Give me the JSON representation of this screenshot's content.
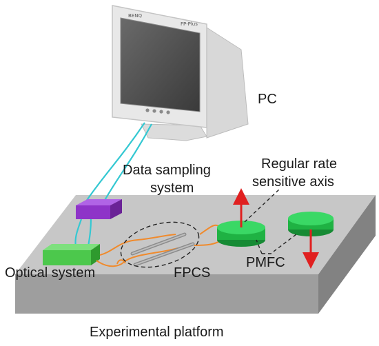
{
  "labels": {
    "pc": "PC",
    "data_sampling": "Data sampling",
    "data_sampling_2": "system",
    "regular_rate": "Regular rate",
    "regular_rate_2": "sensitive axis",
    "optical_system": "Optical system",
    "fpcs": "FPCS",
    "pmfc": "PMFC",
    "experimental_platform": "Experimental platform"
  },
  "monitor": {
    "brand": "BENQ",
    "model": "FP-Plus"
  },
  "colors": {
    "cable": "#34c8d2",
    "fiber": "#f08a2c",
    "coil": "#22c24a",
    "coil_dark": "#168a34",
    "daq_box": "#9b3fd6",
    "optical_box": "#5ad05a",
    "platform_top": "#c7c7c7",
    "platform_front": "#9e9e9e",
    "platform_side": "#7f7f7f",
    "arrow": "#e02020"
  }
}
